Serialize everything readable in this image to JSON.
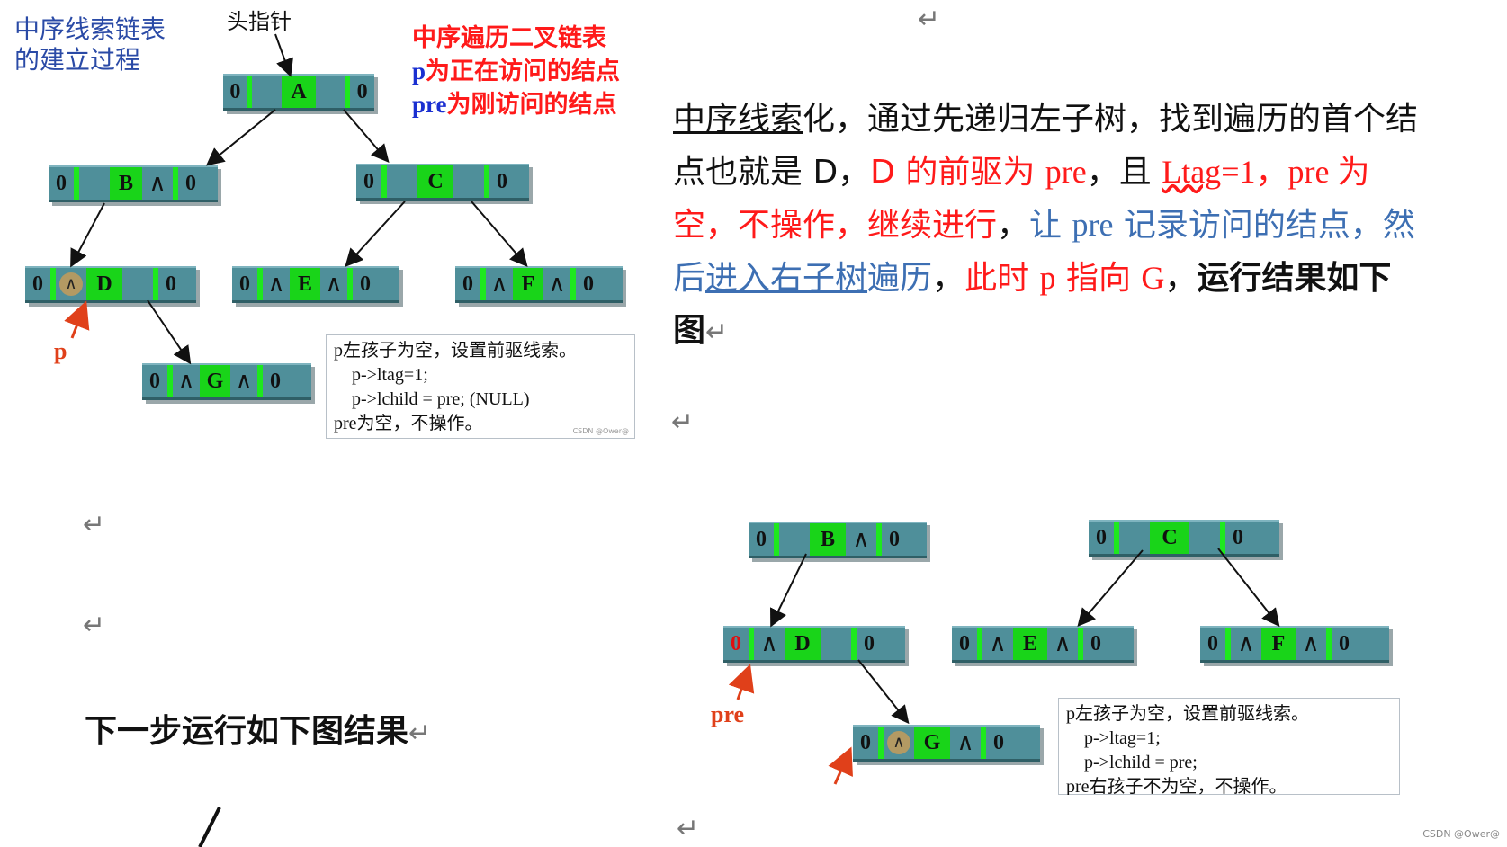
{
  "top_left_panel": {
    "title_line1": "中序线索链表",
    "title_line2": "的建立过程",
    "head_pointer_label": "头指针",
    "right_title_line1": "中序遍历二叉链表",
    "right_title_line2_p": "p",
    "right_title_line2_rest": "为正在访问的结点",
    "right_title_line3_pre": "pre",
    "right_title_line3_rest": "为刚访问的结点",
    "pointer_p_label": "p",
    "node_flag": "0",
    "null_mark": "∧",
    "nodes": {
      "A": "A",
      "B": "B",
      "C": "C",
      "D": "D",
      "E": "E",
      "F": "F",
      "G": "G"
    },
    "code_line1": "p左孩子为空，设置前驱线索。",
    "code_line2": "p->ltag=1;",
    "code_line3": "p->lchild = pre;  (NULL)",
    "code_line4": "pre为空，不操作。",
    "watermark": "CSDN @Ower@"
  },
  "paragraph": {
    "seg1_u": "中序线索",
    "seg2": "化，通过先递归左子树，找到遍历的首个结点也就是 D，",
    "seg3_red": "D 的前驱为 ",
    "seg4_red_serif": "pre",
    "seg5": "，且 ",
    "seg6_red_wavy": "Ltag",
    "seg7_red_serif": "=1，pre ",
    "seg8_red": "为空，不操作，继续进行",
    "seg9": "，",
    "seg10_blue": "让 ",
    "seg11_blue_serif": "pre",
    "seg12_blue": " 记录访问的结点，然后",
    "seg13_blue_u": "进入右子树",
    "seg14_blue": "遍历",
    "seg15": "，",
    "seg16_red": "此时 ",
    "seg17_red_serif": "p",
    "seg18_red": " 指向 ",
    "seg19_red_serif": "G",
    "seg20": "，",
    "seg21_black": "运行结果如下图",
    "enter_mark": "↵"
  },
  "left_middle": {
    "enter_mark": "↵",
    "next_step_text": "下一步运行如下图结果"
  },
  "bottom_right_panel": {
    "pointer_pre_label": "pre",
    "node_flag": "0",
    "null_mark": "∧",
    "nodes": {
      "B": "B",
      "C": "C",
      "D": "D",
      "E": "E",
      "F": "F",
      "G": "G"
    },
    "code_line1": "p左孩子为空，设置前驱线索。",
    "code_line2": "p->ltag=1;",
    "code_line3": "p->lchild = pre;",
    "code_line4": "pre右孩子不为空，不操作。"
  },
  "footer": {
    "watermark": "CSDN @Ower@"
  },
  "colors": {
    "node_body": "#4f8f9a",
    "node_green": "#19d419",
    "red_text": "#ff1a1a",
    "blue_text": "#2a4aa6",
    "steel_text": "#3d6fb3"
  }
}
